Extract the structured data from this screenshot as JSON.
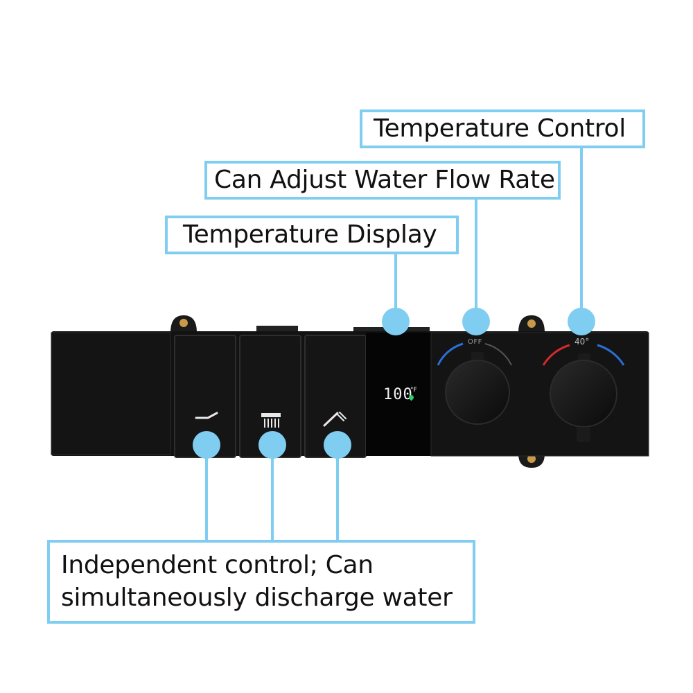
{
  "callouts": {
    "temperature_control": "Temperature Control",
    "flow_rate": "Can Adjust Water Flow Rate",
    "temperature_display": "Temperature Display",
    "independent_line1": "Independent control; Can",
    "independent_line2": "simultaneously discharge water"
  },
  "device": {
    "display_reading": "100",
    "display_unit": "°F",
    "flow_knob_label": "OFF",
    "temp_knob_label": "40°"
  },
  "colors": {
    "accent": "#7fcdf0",
    "panel": "#121212",
    "cold": "#2a6fd6",
    "hot": "#d62a2a"
  },
  "icons": [
    "tub-spout-icon",
    "rain-shower-icon",
    "hand-shower-icon",
    "water-drop-icon"
  ]
}
